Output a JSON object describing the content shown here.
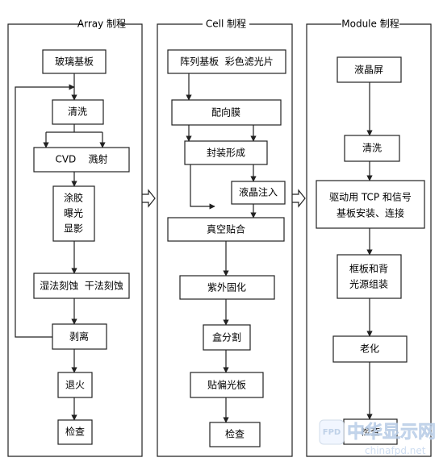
{
  "columns": {
    "array": {
      "title": "Array 制程",
      "steps": {
        "glass": "玻璃基板",
        "clean": "清洗",
        "cvd": "CVD    溅射",
        "coat": "涂胶",
        "expose": "曝光",
        "develop": "显影",
        "etch": "湿法刻蚀  干法刻蚀",
        "strip": "剥离",
        "anneal": "退火",
        "inspect": "检查"
      }
    },
    "cell": {
      "title": "Cell 制程",
      "steps": {
        "substrates": "阵列基板  彩色滤光片",
        "align": "配向膜",
        "seal": "封装形成",
        "lc": "液晶注入",
        "vacuum": "真空贴合",
        "uv": "紫外固化",
        "cut": "盒分割",
        "polarizer": "贴偏光板",
        "inspect": "检查"
      }
    },
    "module": {
      "title": "Module 制程",
      "steps": {
        "lcd": "液晶屏",
        "clean": "清洗",
        "driver_1": "驱动用 TCP 和信号",
        "driver_2": "基板安装、连接",
        "frame_1": "框板和背",
        "frame_2": "光源组装",
        "aging": "老化",
        "inspect": "检查"
      }
    }
  },
  "watermark": {
    "logo": "FPD",
    "name": "中华显示网",
    "url": "chinafpd.net"
  }
}
